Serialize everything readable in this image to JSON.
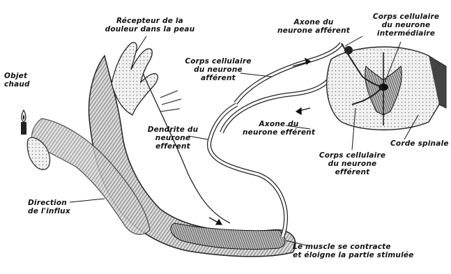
{
  "labels": {
    "receptor": [
      "Récepteur de la",
      "douleur dans la peau"
    ],
    "hot_object": [
      "Objet",
      "chaud"
    ],
    "afferent_axon": [
      "Axone du",
      "neurone afférent"
    ],
    "interneuron_body": [
      "Corps cellulaire",
      "du neurone",
      "intermédiaire"
    ],
    "afferent_body": [
      "Corps cellulaire",
      "du neurone",
      "afférent"
    ],
    "efferent_dendrite": [
      "Dendrite du",
      "neurone",
      "efferent"
    ],
    "efferent_axon": [
      "Axone du",
      "neurone efférent"
    ],
    "efferent_body": [
      "Corps cellulaire",
      "du neurone",
      "efférent"
    ],
    "spinal_cord": "Corde spinale",
    "impulse_direction": [
      "Direction",
      "de l'influx"
    ],
    "muscle_action": [
      "Le muscle se contracte",
      "et éloigne la partie stimulée"
    ]
  }
}
